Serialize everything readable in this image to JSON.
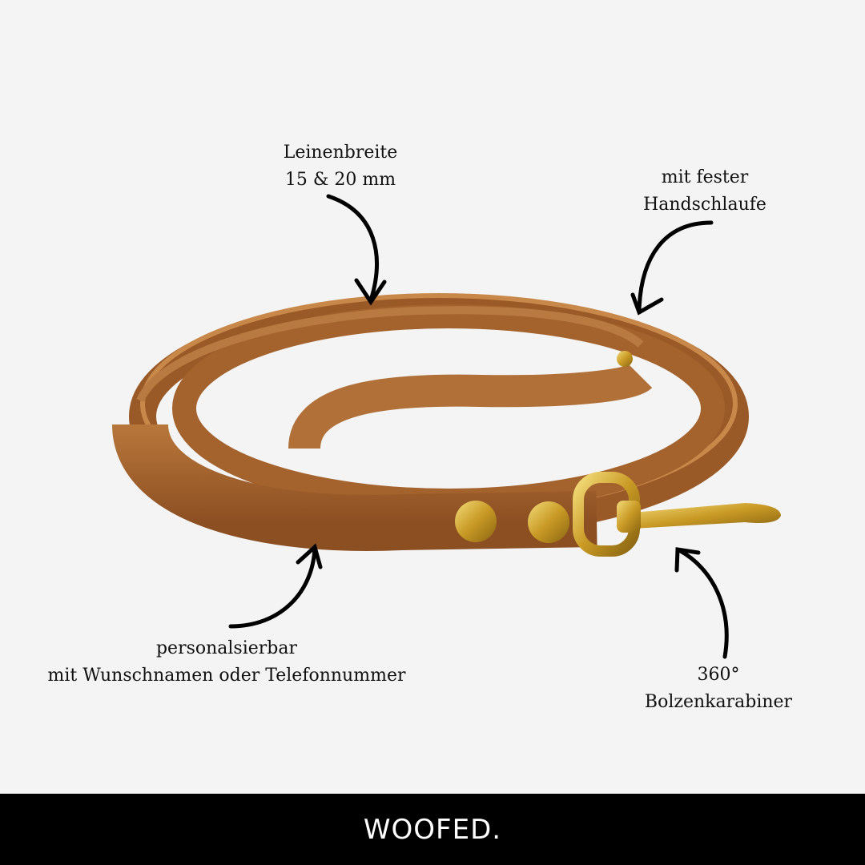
{
  "annotations": {
    "width": {
      "line1": "Leinenbreite",
      "line2": "15 & 20 mm"
    },
    "handle": {
      "line1": "mit fester",
      "line2": "Handschlaufe"
    },
    "personalize": {
      "line1": "personalsierbar",
      "line2": "mit Wunschnamen oder Telefonnummer"
    },
    "carabiner": {
      "line1": "360°",
      "line2": "Bolzenkarabiner"
    }
  },
  "footer": {
    "logo": "WOOFED."
  },
  "colors": {
    "background": "#f4f4f4",
    "leather": "#a8652e",
    "brass": "#d9b23a",
    "footer": "#000000"
  }
}
